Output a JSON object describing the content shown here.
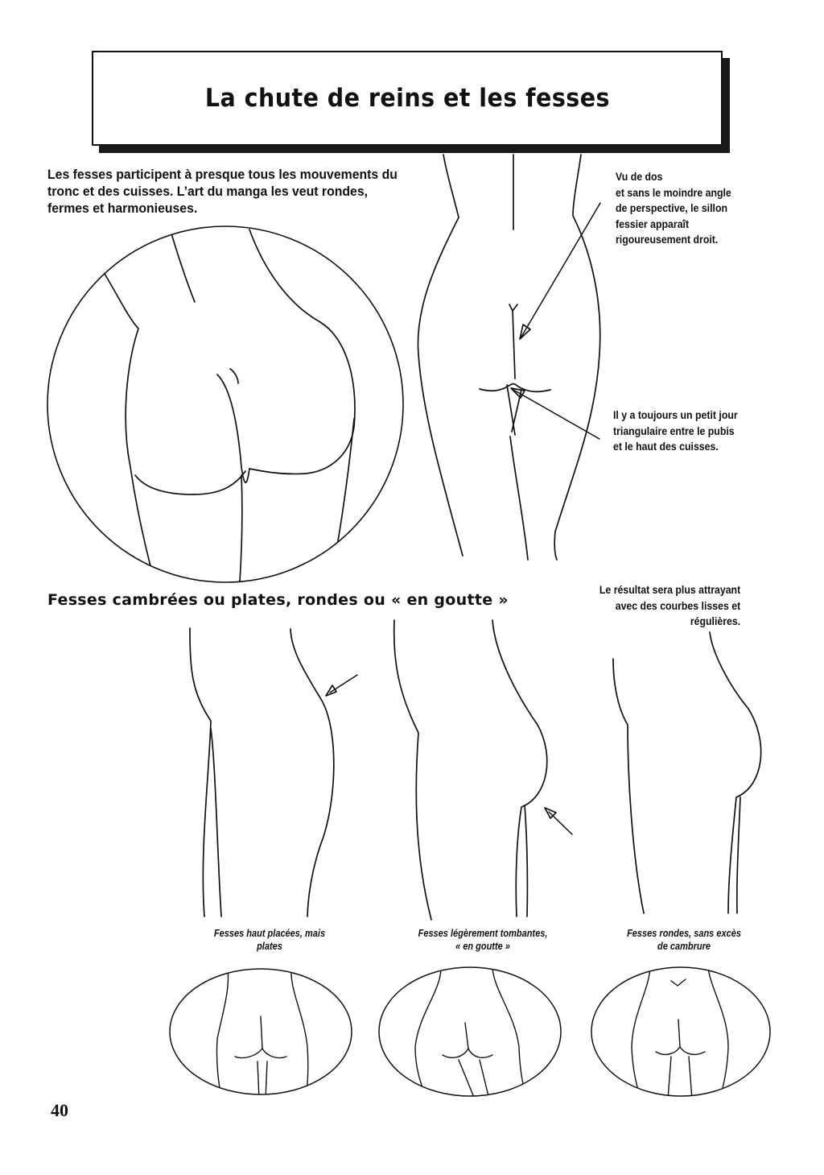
{
  "page": {
    "title": "La chute de reins et les fesses",
    "intro": "Les fesses participent à presque tous les mouvements du tronc et des cuisses. L’art du manga les veut rondes, fermes et harmonieuses.",
    "note_back_view": [
      "Vu de dos",
      "et sans le moindre angle",
      "de perspective, le sillon",
      "fessier apparaît",
      "rigoureusement droit."
    ],
    "note_triangle": [
      "Il y a toujours un petit jour",
      "triangulaire entre le pubis",
      "et le haut des cuisses."
    ],
    "section_title": "Fesses cambrées ou plates, rondes ou « en goutte »",
    "note_result": [
      "Le résultat sera plus attrayant",
      "avec des courbes lisses et",
      "régulières."
    ],
    "captions": [
      [
        "Fesses haut placées, mais",
        "plates"
      ],
      [
        "Fesses légèrement tombantes,",
        "« en goutte »"
      ],
      [
        "Fesses rondes, sans excès",
        "de cambrure"
      ]
    ],
    "page_number": "40"
  }
}
